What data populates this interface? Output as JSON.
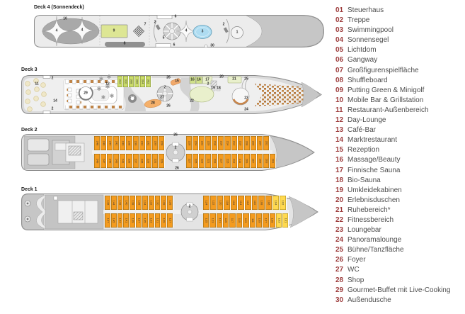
{
  "legend": {
    "items": [
      {
        "num": "01",
        "label": "Steuerhaus"
      },
      {
        "num": "02",
        "label": "Treppe"
      },
      {
        "num": "03",
        "label": "Swimmingpool"
      },
      {
        "num": "04",
        "label": "Sonnensegel"
      },
      {
        "num": "05",
        "label": "Lichtdom"
      },
      {
        "num": "06",
        "label": "Gangway"
      },
      {
        "num": "07",
        "label": "Großfigurenspielfläche"
      },
      {
        "num": "08",
        "label": "Shuffleboard"
      },
      {
        "num": "09",
        "label": "Putting Green & Minigolf"
      },
      {
        "num": "10",
        "label": "Mobile Bar & Grillstation"
      },
      {
        "num": "11",
        "label": "Restaurant-Außenbereich"
      },
      {
        "num": "12",
        "label": "Day-Lounge"
      },
      {
        "num": "13",
        "label": "Café-Bar"
      },
      {
        "num": "14",
        "label": "Marktrestaurant"
      },
      {
        "num": "15",
        "label": "Rezeption"
      },
      {
        "num": "16",
        "label": "Massage/Beauty"
      },
      {
        "num": "17",
        "label": "Finnische Sauna"
      },
      {
        "num": "18",
        "label": "Bio-Sauna"
      },
      {
        "num": "19",
        "label": "Umkleidekabinen"
      },
      {
        "num": "20",
        "label": "Erlebnisduschen"
      },
      {
        "num": "21",
        "label": "Ruhebereich*"
      },
      {
        "num": "22",
        "label": "Fitnessbereich"
      },
      {
        "num": "23",
        "label": "Loungebar"
      },
      {
        "num": "24",
        "label": "Panoramalounge"
      },
      {
        "num": "25",
        "label": "Bühne/Tanzfläche"
      },
      {
        "num": "26",
        "label": "Foyer"
      },
      {
        "num": "27",
        "label": "WC"
      },
      {
        "num": "28",
        "label": "Shop"
      },
      {
        "num": "29",
        "label": "Gourmet-Buffet mit Live-Cooking"
      },
      {
        "num": "30",
        "label": "Außendusche"
      }
    ]
  },
  "decks": [
    {
      "label": "Deck 4 (Sonnendeck)",
      "markers": {
        "mobile_bar": "10",
        "sail_a": "4",
        "sail_b": "4",
        "putting": "9",
        "grossfiguren": "7",
        "shuffle": "8",
        "gangway_top": "6",
        "gangway_bottom": "6",
        "treppe_a": "2",
        "lichtdom": "5",
        "sail_c": "4",
        "treppe_b": "2",
        "pool": "3",
        "steuerhaus": "1",
        "aussendusche": "30"
      }
    },
    {
      "label": "Deck 3",
      "markers": {
        "restaurant_aussen": "11",
        "treppe_top": "2",
        "treppe_bottom": "2",
        "marktrestaurant": "14",
        "gourmet_buffet": "29",
        "day_lounge": "12",
        "foyer_top": "26",
        "rezeption": "15",
        "treppe_mid": "2",
        "cafe_bar": "13",
        "shop": "28",
        "wc": "27",
        "foyer_bottom": "26",
        "massage_a": "16",
        "massage_b": "16",
        "finnische_sauna": "17",
        "erlebnisduschen": "20",
        "ruhebereich": "21",
        "buehne": "25",
        "treppe_spa": "2",
        "umkleide": "19",
        "bio_sauna": "18",
        "fitness": "22",
        "loungebar": "23",
        "panoramalounge": "24"
      },
      "cabins": {
        "green": [
          "312",
          "310",
          "308",
          "306",
          "304",
          "302"
        ]
      }
    },
    {
      "label": "Deck 2",
      "markers": {
        "foyer_top": "26",
        "treppe": "2",
        "foyer_bottom": "26"
      },
      "cabins": {
        "top_aft": [
          "248",
          "246",
          "244",
          "242",
          "240",
          "238",
          "236",
          "234",
          "232",
          "230",
          "228"
        ],
        "top_fwd": [
          "226",
          "224",
          "222",
          "220",
          "218",
          "216",
          "214",
          "212",
          "210",
          "208",
          "206",
          "204",
          "202"
        ],
        "bottom_aft": [
          "249",
          "247",
          "245",
          "243",
          "241",
          "239",
          "237",
          "235",
          "233",
          "231",
          "229"
        ],
        "bottom_fwd": [
          "227",
          "225",
          "223",
          "221",
          "219",
          "217",
          "215",
          "213",
          "211",
          "209",
          "207",
          "205",
          "203",
          "201"
        ]
      }
    },
    {
      "label": "Deck 1",
      "markers": {
        "treppe": "2"
      },
      "cabins": {
        "top_aft": [
          "146",
          "144",
          "142",
          "140",
          "138",
          "136",
          "134",
          "132",
          "130",
          "128",
          "126"
        ],
        "top_fwd": [
          "124",
          "122",
          "120",
          "118",
          "116",
          "114",
          "112",
          "110",
          "108",
          "106"
        ],
        "top_bow": [
          "104",
          "102"
        ],
        "bottom_aft": [
          "147",
          "145",
          "143",
          "141",
          "139",
          "137",
          "135",
          "133",
          "131",
          "129",
          "127"
        ],
        "bottom_fwd": [
          "125",
          "123",
          "121",
          "119",
          "117",
          "115",
          "113",
          "111",
          "109",
          "107",
          "105"
        ],
        "bottom_bow": [
          "103",
          "101"
        ]
      }
    }
  ],
  "colors": {
    "cabin_orange": "#F49B1F",
    "cabin_yellow": "#FFD94F",
    "cabin_green": "#CBDC6A",
    "area_light_green": "#E9F0CC",
    "pool_blue": "#AEDCF1",
    "legend_number_red": "#9D3C3C",
    "hull_gray": "#E6E6E6",
    "dark_gray": "#C6C6C6"
  }
}
